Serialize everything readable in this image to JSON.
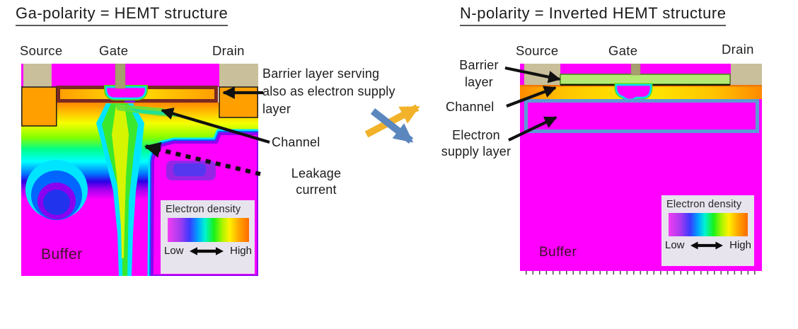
{
  "left_panel": {
    "title": "Ga-polarity = HEMT structure",
    "electrodes": {
      "source": "Source",
      "gate": "Gate",
      "drain": "Drain"
    },
    "region_label": "Buffer",
    "annotations": {
      "barrier_line1": "Barrier layer serving",
      "barrier_line2": "also as electron supply",
      "barrier_line3": "layer",
      "channel": "Channel",
      "leakage_line1": "Leakage",
      "leakage_line2": "current"
    },
    "legend": {
      "title": "Electron density",
      "low": "Low",
      "high": "High"
    }
  },
  "right_panel": {
    "title": "N-polarity = Inverted HEMT structure",
    "electrodes": {
      "source": "Source",
      "gate": "Gate",
      "drain": "Drain"
    },
    "region_label": "Buffer",
    "annotations": {
      "barrier_line1": "Barrier",
      "barrier_line2": "layer",
      "channel": "Channel",
      "esl_line1": "Electron",
      "esl_line2": "supply layer"
    },
    "legend": {
      "title": "Electron density",
      "low": "Low",
      "high": "High"
    }
  },
  "colors": {
    "contact_tan": "#c9bf9a",
    "gate_tan": "#a89f70",
    "magenta": "#ff00ff",
    "orange": "#ffa000",
    "barrier_outline_left": "#7a2a22",
    "barrier_green_right": "#b4ea74",
    "supply_layer_outline": "#5b9bd5",
    "swap_arrow_yellow": "#f2b32b",
    "swap_arrow_blue": "#5b87be",
    "legend_background": "#e7e4ee"
  }
}
